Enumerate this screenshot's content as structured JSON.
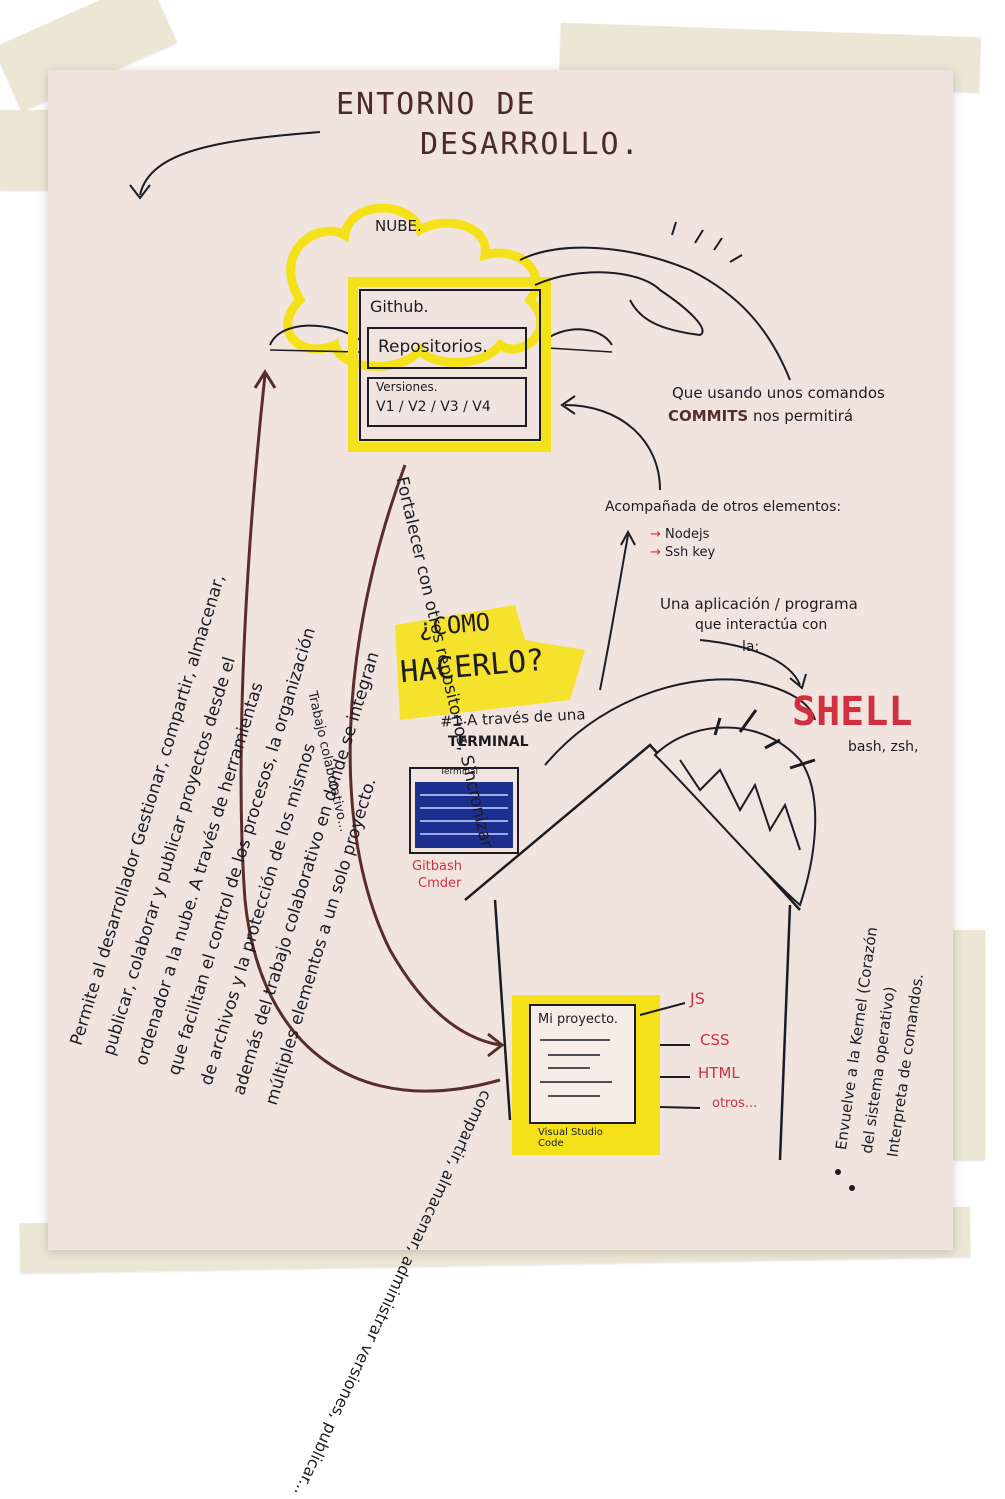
{
  "title": {
    "line1": "ENTORNO DE",
    "line2": "DESARROLLO."
  },
  "cloud": {
    "label": "NUBE."
  },
  "github": {
    "name": "Github.",
    "repos": "Repositorios.",
    "versions_title": "Versiones.",
    "versions": "V1 / V2 / V3 / V4"
  },
  "left_text": [
    "Permite al desarrollador Gestionar, compartir, almacenar,",
    "publicar, colaborar y publicar proyectos desde el",
    "ordenador a la nube. A través de herramientas",
    "que facilitan el control de los procesos, la organización",
    "de archivos y la protección de los mismos",
    "además del trabajo colaborativo en donde se integran",
    "múltiples elementos a un solo proyecto."
  ],
  "arrows_text": {
    "left_arc": "compartir, almacenar, administrar versiones, publicar...",
    "middle_arc": "Fortalecer con otros repositorios, Sincronizar",
    "middle_arc2": "Trabajo colaborativo..."
  },
  "commands": {
    "line1": "Que usando unos comandos",
    "line2_bold": "COMMITS",
    "line2_rest": "nos permitirá"
  },
  "accompanied": {
    "title": "Acompañada de otros elementos:",
    "items": [
      "Nodejs",
      "Ssh key"
    ]
  },
  "question": {
    "line1": "¿COMO",
    "line2": "HACERLO?"
  },
  "terminal": {
    "step": "#1 A través de una",
    "label": "TERMINAL",
    "window_title": "Terminal",
    "names": [
      "Gitbash",
      "Cmder"
    ]
  },
  "app_text": [
    "Una aplicación / programa",
    "que interactúa con",
    "la:"
  ],
  "shell": {
    "label": "SHELL",
    "examples": "bash, zsh,"
  },
  "kernel_text": [
    "Envuelve a la Kernel (Corazón",
    "del sistema operativo)",
    "Interpreta de comandos."
  ],
  "project": {
    "title": "Mi proyecto.",
    "editor": "Visual Studio Code",
    "outputs": [
      "JS",
      "CSS",
      "HTML",
      "otros..."
    ]
  },
  "colors": {
    "highlight": "#f5e11a",
    "ink": "#1c1c22",
    "brown": "#5a2d2d",
    "red": "#d0303f",
    "terminal_blue": "#1c2f8f"
  }
}
